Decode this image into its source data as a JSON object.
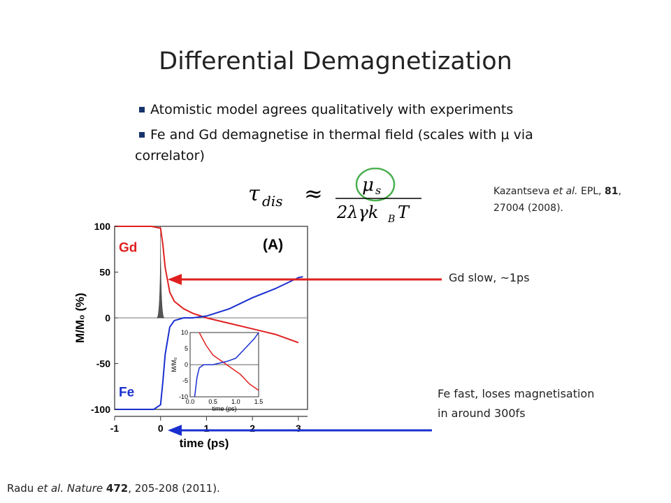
{
  "title": "Differential Demagnetization",
  "bullets": [
    "Atomistic model agrees qualitatively with experiments",
    "Fe and Gd demagnetise in thermal field (scales with μ via correlator)"
  ],
  "equation": {
    "lhs": "τ",
    "lhs_sub": "dis",
    "approx": "≈",
    "numerator": "μ",
    "numerator_sub": "s",
    "denominator": "2λγk",
    "denominator_sub": "B",
    "denominator_tail": "T",
    "circle_color": "#4caf50"
  },
  "citation_top": {
    "authors": "Kazantseva",
    "etal": "et al.",
    "journal": "EPL,",
    "volume": "81",
    "rest": "27004 (2008)."
  },
  "notes": {
    "gd": "Gd slow, ~1ps",
    "fe_line1": "Fe fast, loses magnetisation",
    "fe_line2": "in around 300fs"
  },
  "footer": {
    "authors": "Radu",
    "etal": "et al.",
    "journal": "Nature",
    "volume": "472",
    "rest": ", 205-208 (2011)."
  },
  "colors": {
    "gd": "#e02020",
    "fe": "#1a2fd0",
    "arrow_gd": "#e02020",
    "arrow_fe": "#1a2fd0"
  },
  "chart_data": {
    "type": "line",
    "panel_label": "(A)",
    "xlabel": "time (ps)",
    "ylabel": "M/M₀ (%)",
    "xlim": [
      -1,
      3.2
    ],
    "ylim": [
      -100,
      100
    ],
    "xticks": [
      "-1",
      "0",
      "1",
      "2",
      "3"
    ],
    "yticks": [
      "100",
      "50",
      "0",
      "-50",
      "-100"
    ],
    "series": [
      {
        "name": "Gd",
        "x": [
          -1,
          -0.2,
          0.0,
          0.05,
          0.1,
          0.2,
          0.3,
          0.5,
          0.7,
          1.0,
          1.5,
          2.0,
          2.5,
          3.0
        ],
        "y": [
          100,
          100,
          98,
          80,
          55,
          28,
          18,
          10,
          5,
          0,
          -6,
          -12,
          -18,
          -27
        ]
      },
      {
        "name": "Fe",
        "x": [
          -1,
          -0.15,
          0.0,
          0.05,
          0.1,
          0.2,
          0.3,
          0.5,
          0.7,
          1.0,
          1.5,
          2.0,
          2.5,
          3.0,
          3.1
        ],
        "y": [
          -100,
          -100,
          -95,
          -70,
          -40,
          -10,
          -3,
          0,
          0,
          2,
          10,
          22,
          32,
          44,
          45
        ]
      }
    ],
    "pulse": {
      "center": 0.0,
      "width": 0.08,
      "height": 100
    },
    "inset": {
      "xlabel": "time (ps)",
      "ylabel": "M/M₀",
      "xticks": [
        "0.0",
        "0.5",
        "1.0",
        "1.5"
      ],
      "yticks": [
        "10",
        "5",
        "0",
        "-5",
        "-10"
      ],
      "xlim": [
        0,
        1.5
      ],
      "ylim": [
        -10,
        10
      ],
      "gd": {
        "x": [
          0.2,
          0.35,
          0.5,
          0.7,
          0.9,
          1.1,
          1.3,
          1.5
        ],
        "y": [
          10,
          6,
          3,
          1,
          -1,
          -3,
          -6,
          -8
        ]
      },
      "fe": {
        "x": [
          0.1,
          0.15,
          0.2,
          0.3,
          0.5,
          0.8,
          1.0,
          1.2,
          1.4,
          1.5
        ],
        "y": [
          -10,
          -4,
          -1,
          0,
          0,
          1,
          2,
          5,
          8,
          10
        ]
      }
    }
  }
}
